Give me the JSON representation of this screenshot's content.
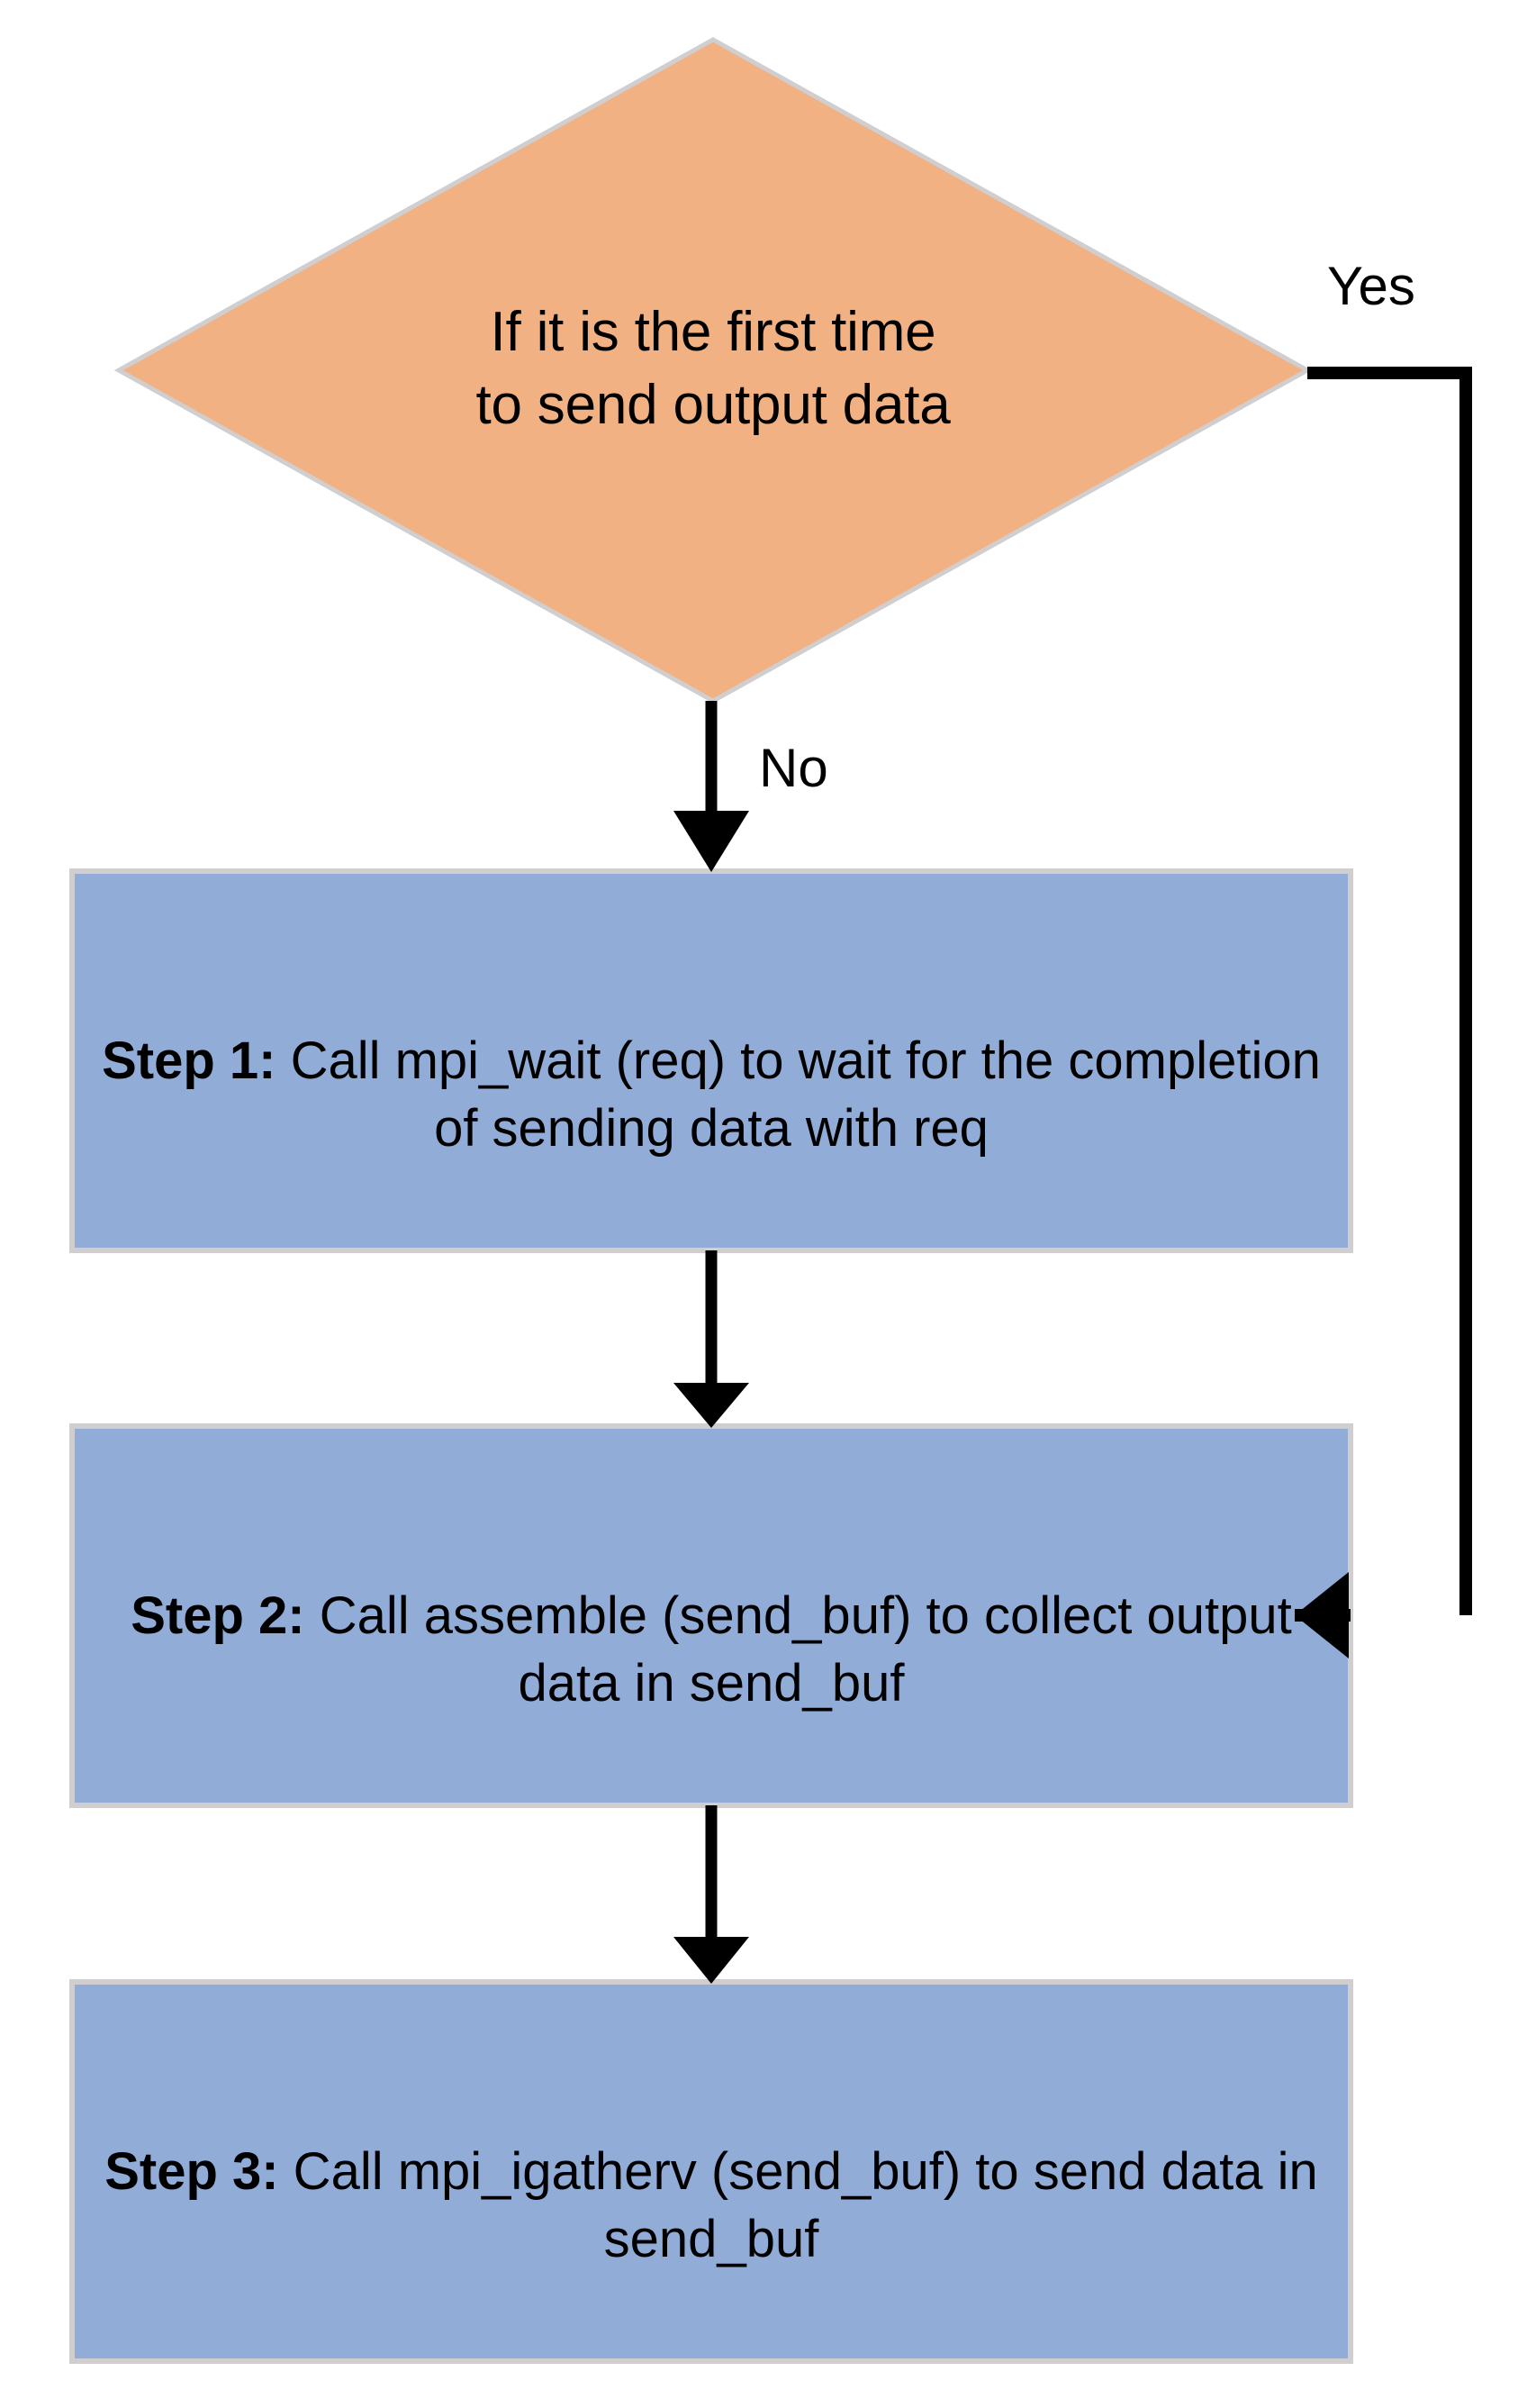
{
  "diagram": {
    "title": "MPI asynchronous output-data sending flowchart",
    "type": "flowchart",
    "background_color": "#FFFFFF",
    "colors": {
      "decision_fill": "#F2B183",
      "process_fill": "#92ACD8",
      "shape_border": "#D0CECE",
      "connector": "#000000",
      "text": "#000000"
    },
    "nodes": {
      "decision": {
        "shape": "diamond",
        "text": "If it is the first time\nto send output data",
        "fill": "#F2B183"
      },
      "step1": {
        "shape": "rectangle",
        "bold_prefix": "Step 1:",
        "rest": " Call mpi_wait (req) to wait for the completion of sending data with req",
        "full_text": "Step 1: Call mpi_wait (req) to wait for the completion of sending data with req",
        "fill": "#92ACD8"
      },
      "step2": {
        "shape": "rectangle",
        "bold_prefix": "Step 2:",
        "rest": " Call assemble (send_buf) to collect output data in send_buf",
        "full_text": "Step 2: Call assemble (send_buf) to collect output data in send_buf",
        "fill": "#92ACD8"
      },
      "step3": {
        "shape": "rectangle",
        "bold_prefix": "Step 3:",
        "rest": " Call mpi_igatherv (send_buf) to send data in send_buf",
        "full_text": "Step 3: Call mpi_igatherv (send_buf) to send data in send_buf",
        "fill": "#92ACD8"
      }
    },
    "edges": [
      {
        "from": "decision",
        "to": "step1",
        "label": "No",
        "direction": "down"
      },
      {
        "from": "decision",
        "to": "step2",
        "label": "Yes",
        "direction": "right-then-down-then-left"
      },
      {
        "from": "step1",
        "to": "step2",
        "label": "",
        "direction": "down"
      },
      {
        "from": "step2",
        "to": "step3",
        "label": "",
        "direction": "down"
      }
    ],
    "edge_labels": {
      "yes": "Yes",
      "no": "No"
    }
  }
}
